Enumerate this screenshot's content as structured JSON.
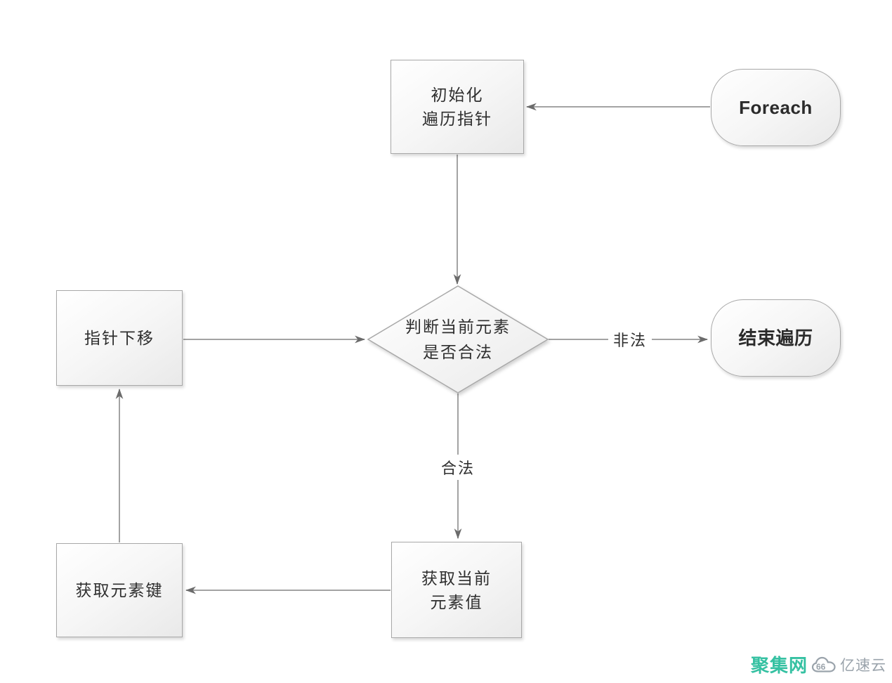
{
  "flowchart": {
    "title_hint": "Foreach traversal flowchart",
    "nodes": [
      {
        "id": "foreach",
        "type": "terminal",
        "label": "Foreach"
      },
      {
        "id": "init",
        "type": "process",
        "label": "初始化\n遍历指针"
      },
      {
        "id": "decision",
        "type": "decision",
        "label": "判断当前元素\n是否合法"
      },
      {
        "id": "pointer_down",
        "type": "process",
        "label": "指针下移"
      },
      {
        "id": "end",
        "type": "terminal",
        "label": "结束遍历"
      },
      {
        "id": "get_value",
        "type": "process",
        "label": "获取当前\n元素值"
      },
      {
        "id": "get_key",
        "type": "process",
        "label": "获取元素键"
      }
    ],
    "edges": [
      {
        "from": "foreach",
        "to": "init"
      },
      {
        "from": "init",
        "to": "decision"
      },
      {
        "from": "pointer_down",
        "to": "decision"
      },
      {
        "from": "decision",
        "to": "end",
        "label": "非法"
      },
      {
        "from": "decision",
        "to": "get_value",
        "label": "合法"
      },
      {
        "from": "get_value",
        "to": "get_key"
      },
      {
        "from": "get_key",
        "to": "pointer_down"
      }
    ]
  },
  "watermark": {
    "site_name": "聚集网",
    "brand_name": "亿速云"
  },
  "colors": {
    "background": "#ffffff",
    "node_border": "#a8a8a8",
    "connector": "#a3a3a3",
    "arrowhead": "#6b6b6b",
    "text": "#2f2f2f",
    "watermark_accent": "#35c1a2",
    "watermark_muted": "#9aa3ab"
  }
}
